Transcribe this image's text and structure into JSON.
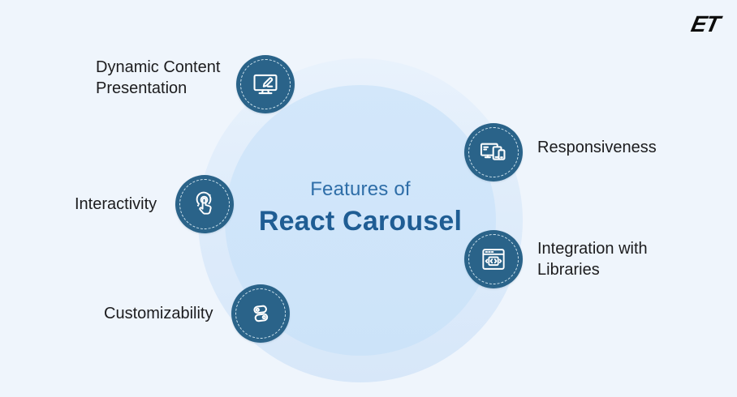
{
  "page": {
    "background": "#eff5fc",
    "accent_dark_blue": "#2a6389",
    "accent_light_blue": "#cce3f9",
    "label_color": "#1c1c1e"
  },
  "logo": {
    "text": "ET"
  },
  "center": {
    "subtitle": "Features of",
    "title": "React Carousel",
    "subtitle_color": "#2e6ea8",
    "title_color": "#1f5d94"
  },
  "features": [
    {
      "label": "Dynamic Content Presentation",
      "icon": "monitor-edit-icon",
      "position": "top-left"
    },
    {
      "label": "Responsiveness",
      "icon": "devices-icon",
      "position": "right-upper"
    },
    {
      "label": "Interactivity",
      "icon": "tap-icon",
      "position": "left"
    },
    {
      "label": "Integration with Libraries",
      "icon": "browser-code-icon",
      "position": "right-lower"
    },
    {
      "label": "Customizability",
      "icon": "toggles-icon",
      "position": "bottom-left"
    }
  ]
}
